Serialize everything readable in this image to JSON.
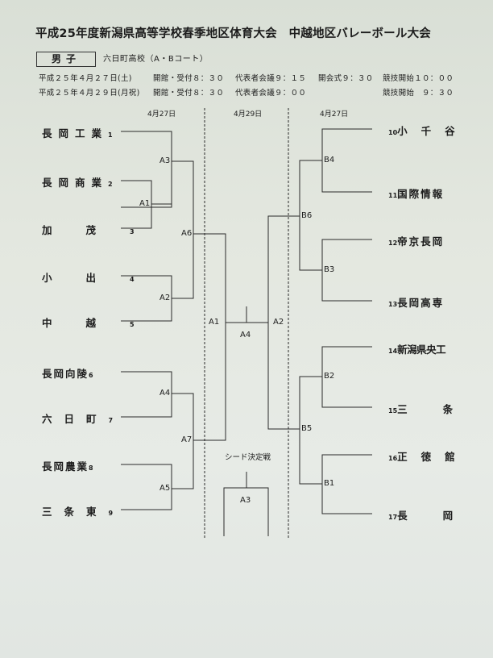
{
  "title": "平成25年度新潟県高等学校春季地区体育大会　中越地区バレーボール大会",
  "gender": "男子",
  "venue": "六日町高校（A・Bコート）",
  "schedule": [
    {
      "date": "平成２５年４月２７日(土)",
      "open": "開館・受付８：３０",
      "meeting": "代表者会議９：１５",
      "ceremony": "開会式９：３０",
      "start": "競技開始１０：００"
    },
    {
      "date": "平成２５年４月２９日(月祝)",
      "open": "開館・受付８：３０",
      "meeting": "代表者会議９：００",
      "ceremony": "",
      "start": "競技開始　９：３０"
    }
  ],
  "column_dates": {
    "left": "4月27日",
    "center": "4月29日",
    "right": "4月27日"
  },
  "left_teams": [
    {
      "seed": "1",
      "name": "長岡工業"
    },
    {
      "seed": "2",
      "name": "長岡商業"
    },
    {
      "seed": "3",
      "name": "加茂"
    },
    {
      "seed": "4",
      "name": "小出"
    },
    {
      "seed": "5",
      "name": "中越"
    },
    {
      "seed": "6",
      "name": "長岡向陵"
    },
    {
      "seed": "7",
      "name": "六日町"
    },
    {
      "seed": "8",
      "name": "長岡農業"
    },
    {
      "seed": "9",
      "name": "三条東"
    }
  ],
  "right_teams": [
    {
      "seed": "10",
      "name": "小千谷"
    },
    {
      "seed": "11",
      "name": "国際情報"
    },
    {
      "seed": "12",
      "name": "帝京長岡"
    },
    {
      "seed": "13",
      "name": "長岡高専"
    },
    {
      "seed": "14",
      "name": "新潟県央工"
    },
    {
      "seed": "15",
      "name": "三条"
    },
    {
      "seed": "16",
      "name": "正徳館"
    },
    {
      "seed": "17",
      "name": "長岡"
    }
  ],
  "matches": {
    "A1": "A1",
    "A2": "A2",
    "A3": "A3",
    "A4": "A4",
    "A5": "A5",
    "A6": "A6",
    "A7": "A7",
    "B1": "B1",
    "B2": "B2",
    "B3": "B3",
    "B4": "B4",
    "B5": "B5",
    "B6": "B6",
    "final_left": "A1",
    "final_center": "A4",
    "final_right": "A2",
    "seed_match": "A3"
  },
  "seed_match_label": "シード決定戦"
}
